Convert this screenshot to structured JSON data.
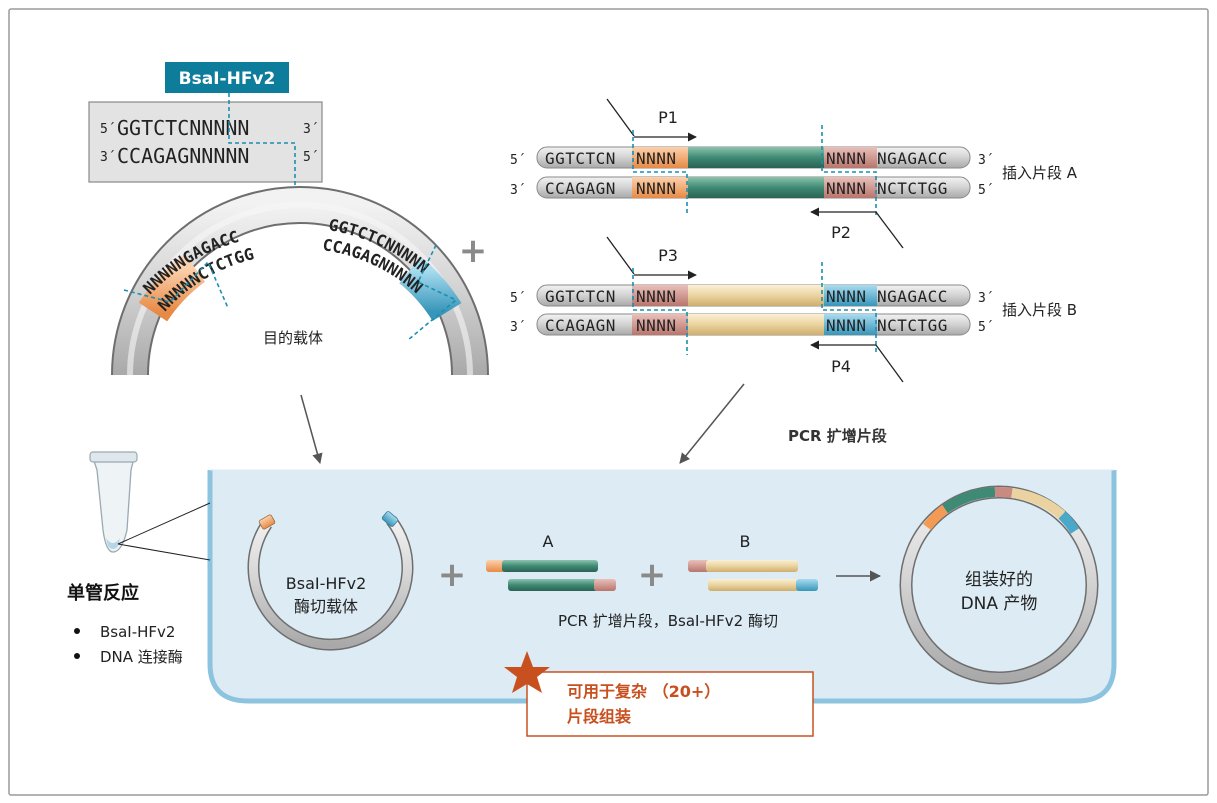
{
  "enzyme_site": {
    "badge": "BsaI-HFv2",
    "top_5": "5´",
    "top_seq": "GGTCTCNNNNN",
    "top_3": "3´",
    "bottom_3": "3´",
    "bottom_seq": "CCAGAGNNNNN",
    "bottom_5": "5´"
  },
  "vector": {
    "label": "目的载体",
    "left_outer": "NNNNNGAGACC",
    "left_inner": "NNNNNCTCTGG",
    "right_outer": "GGTCTCNNNNN",
    "right_inner": "CCAGAGNNNNN"
  },
  "plus": "+",
  "fragment_a": {
    "label": "插入片段 A",
    "top_left_end": "5´",
    "top_left_seq": "GGTCTCN",
    "top_left_n": "NNNN",
    "top_right_n": "NNNN",
    "top_right_seq": "NGAGACC",
    "top_right_end": "3´",
    "bot_left_end": "3´",
    "bot_left_seq": "CCAGAGN",
    "bot_left_n": "NNNN",
    "bot_right_n": "NNNN",
    "bot_right_seq": "NCTCTGG",
    "bot_right_end": "5´",
    "primer_fwd": "P1",
    "primer_rev": "P2"
  },
  "fragment_b": {
    "label": "插入片段 B",
    "top_left_end": "5´",
    "top_left_seq": "GGTCTCN",
    "top_left_n": "NNNN",
    "top_right_n": "NNNN",
    "top_right_seq": "NGAGACC",
    "top_right_end": "3´",
    "bot_left_end": "3´",
    "bot_left_seq": "CCAGAGN",
    "bot_left_n": "NNNN",
    "bot_right_n": "NNNN",
    "bot_right_seq": "NCTCTGG",
    "bot_right_end": "5´",
    "primer_fwd": "P3",
    "primer_rev": "P4"
  },
  "pcr_label": "PCR 扩增片段",
  "reaction": {
    "title": "单管反应",
    "items": [
      "BsaI-HFv2",
      "DNA 连接酶"
    ],
    "digested_vector_line1": "BsaI-HFv2",
    "digested_vector_line2": "酶切载体",
    "frag_a_label": "A",
    "frag_b_label": "B",
    "fragments_caption": "PCR 扩增片段，BsaI-HFv2 酶切",
    "product_line1": "组装好的",
    "product_line2": "DNA 产物",
    "highlight_line1": "可用于复杂 （20+）",
    "highlight_line2": "片段组装"
  },
  "colors": {
    "teal_badge": "#0e7c9b",
    "cyan_dash": "#1a8fb0",
    "orange": "#f39a55",
    "green": "#3f8a74",
    "red_end": "#c98a82",
    "yellow": "#ead3a0",
    "blue_end": "#4aa9c9",
    "tub_fill": "#dcebf4",
    "tub_stroke": "#8cc3de",
    "highlight": "#c8501f"
  }
}
